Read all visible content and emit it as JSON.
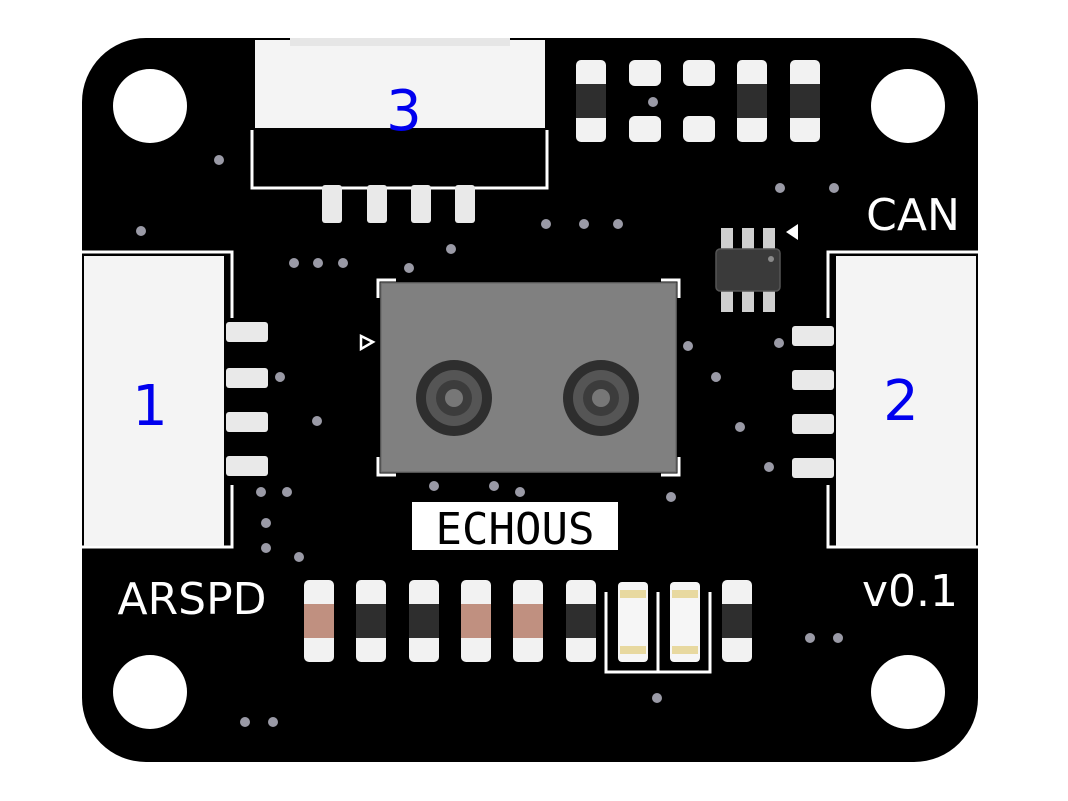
{
  "board": {
    "connectors": [
      {
        "id": "1",
        "label": "1"
      },
      {
        "id": "2",
        "label": "2"
      },
      {
        "id": "3",
        "label": "3"
      }
    ],
    "labels": {
      "can": "CAN",
      "arspd": "ARSPD",
      "version": "v0.1",
      "brand": "ECHOUS"
    },
    "colors": {
      "pcb": "#000000",
      "silkscreen": "#ffffff",
      "connector_body": "#f4f4f4",
      "connector_number": "#0000ee",
      "sensor_body": "#808080",
      "via": "#9a9aa6"
    }
  }
}
